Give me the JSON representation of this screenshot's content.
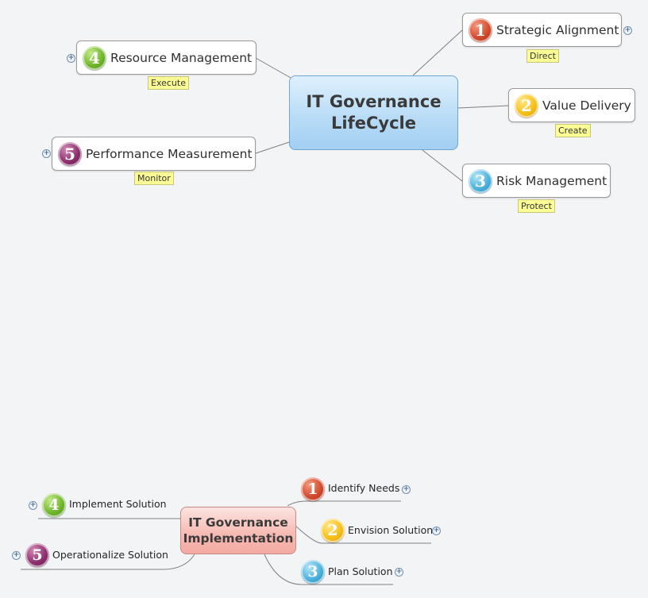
{
  "map1": {
    "central": {
      "line1": "IT Governance",
      "line2": "LifeCycle"
    },
    "topics": [
      {
        "number": "1",
        "label": "Strategic Alignment",
        "tag": "Direct"
      },
      {
        "number": "2",
        "label": "Value Delivery",
        "tag": "Create"
      },
      {
        "number": "3",
        "label": "Risk Management",
        "tag": "Protect"
      },
      {
        "number": "4",
        "label": "Resource Management",
        "tag": "Execute"
      },
      {
        "number": "5",
        "label": "Performance Measurement",
        "tag": "Monitor"
      }
    ]
  },
  "map2": {
    "central": {
      "line1": "IT Governance",
      "line2": "Implementation"
    },
    "topics": [
      {
        "number": "1",
        "label": "Identify Needs"
      },
      {
        "number": "2",
        "label": "Envision Solution"
      },
      {
        "number": "3",
        "label": "Plan Solution"
      },
      {
        "number": "4",
        "label": "Implement Solution"
      },
      {
        "number": "5",
        "label": "Operationalize Solution"
      }
    ]
  },
  "expand_glyph": "+",
  "colors": {
    "background": "#f3f4f6",
    "connector": "#7f7f7f",
    "tag_fill": "#fdfd96",
    "central1_fill": "#b9dcf6",
    "central2_fill": "#f7bcb5",
    "badge_1": "#d14a2d",
    "badge_2": "#f6bf17",
    "badge_3": "#4ab0dc",
    "badge_4": "#6fb52c",
    "badge_5": "#8c2e6d"
  },
  "icons": [
    "expand-icon",
    "number-1-badge-icon",
    "number-2-badge-icon",
    "number-3-badge-icon",
    "number-4-badge-icon",
    "number-5-badge-icon"
  ]
}
